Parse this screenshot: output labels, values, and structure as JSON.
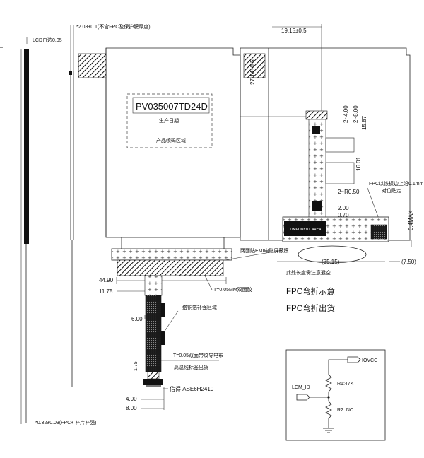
{
  "notes": {
    "top_thickness": "*2.08±0.1(不含FPC及保护膜厚度)",
    "bottom_thickness": "*0.32±0.03(FPC+ 补片补强)",
    "lcd_white": "LCD白边0.05"
  },
  "front": {
    "model": "PV035007TD24D",
    "production_date": "生产日期",
    "product_code_area": "产品喷码区域",
    "dim_width": "44.90",
    "dim_fpc_width": "11.75",
    "tape_note": "T=0.05MM双面胶",
    "stiffener_area": "搭铜箔补强区域",
    "dim_6": "6.00",
    "conductive_tape": "T=0.05双面带纹导电布",
    "connector_high_area": "高温线标签出货",
    "dim_175": "1.75",
    "dim_4": "4.00",
    "dim_8": "8.00",
    "connector_label": "信得 ASE6H2410"
  },
  "back": {
    "dim_1915": "19.15±0.5",
    "dim_2714": "27.14±0.5",
    "dim_4": "2~4.00",
    "dim_8": "2~8.00",
    "dim_1587": "15.87",
    "dim_1601": "16.01",
    "dim_r050": "2~R0.50",
    "dim_200": "2.00",
    "dim_070": "0.70",
    "fpc_note": "FPC以铁板边上沿0.1mm",
    "align_note": "对位贴定",
    "dim_04max": "0.4MAX",
    "emi_note": "两面贴EMI电磁屏蔽膜",
    "dim_3515": "(35.15)",
    "dim_750": "(7.50)",
    "bend_note": "此处长度需注意避空",
    "component_label": "COMPONENT AREA"
  },
  "fpc_labels": {
    "bend_diagram": "FPC弯折示意",
    "bend_ship": "FPC弯折出货"
  },
  "schematic": {
    "iovcc": "IOVCC",
    "lcm_id": "LCM_ID",
    "r1": "R1:47K",
    "r2": "R2: NC"
  }
}
